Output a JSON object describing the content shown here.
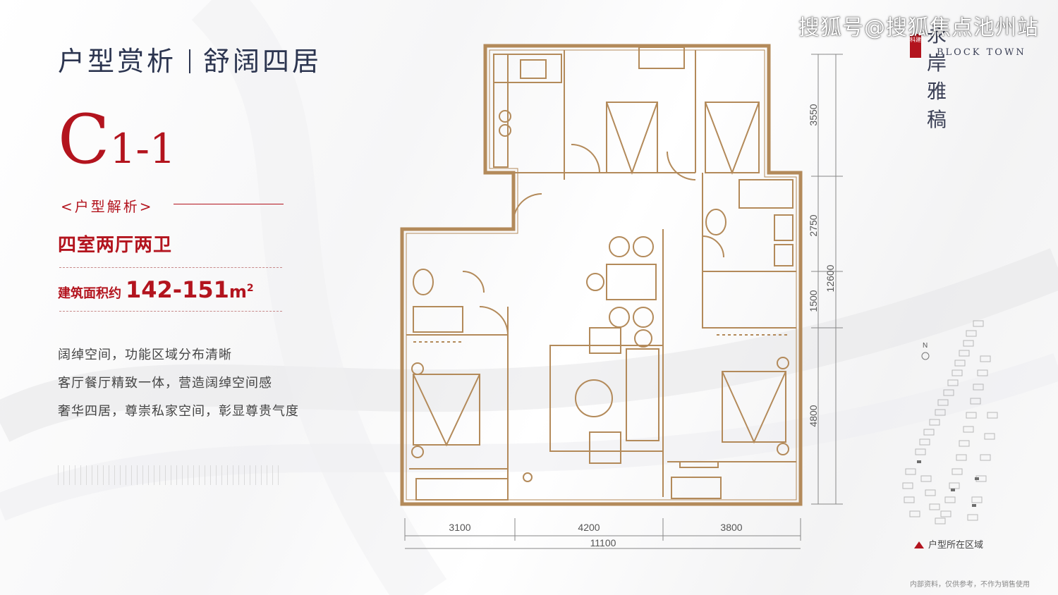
{
  "header": {
    "left_title": "户型赏析",
    "right_title": "舒阔四居"
  },
  "model": {
    "letter": "C",
    "number": "1-1"
  },
  "analysis": {
    "tag": "<户型解析>",
    "layout_type": "四室两厅两卫",
    "area_label": "建筑面积约",
    "area_value": "142-151",
    "area_unit": "m",
    "area_unit_exp": "2",
    "features": [
      "阔绰空间，功能区域分布清晰",
      "客厅餐厅精致一体，营造阔绰空间感",
      "奢华四居，尊崇私家空间，彰显尊贵气度"
    ]
  },
  "watermark": "搜狐号@搜狐焦点池州站",
  "brand": {
    "cn": "永岸雅稿",
    "seal": "科建",
    "en": "BLOCK TOWN"
  },
  "floorplan": {
    "dims_bottom": [
      "3100",
      "4200",
      "3800"
    ],
    "dim_total": "11100",
    "dims_right": [
      "3550",
      "2750",
      "1500",
      "4800"
    ],
    "dim_right_total": "12600"
  },
  "site": {
    "north": "N",
    "legend": "户型所在区域"
  },
  "disclaimer": "内部资料，仅供参考，不作为销售使用",
  "colors": {
    "accent_red": "#b3141e",
    "navy": "#2c3550",
    "wall": "#b38a5a"
  },
  "icons": [
    "location-triangle-icon",
    "north-arrow-icon"
  ]
}
